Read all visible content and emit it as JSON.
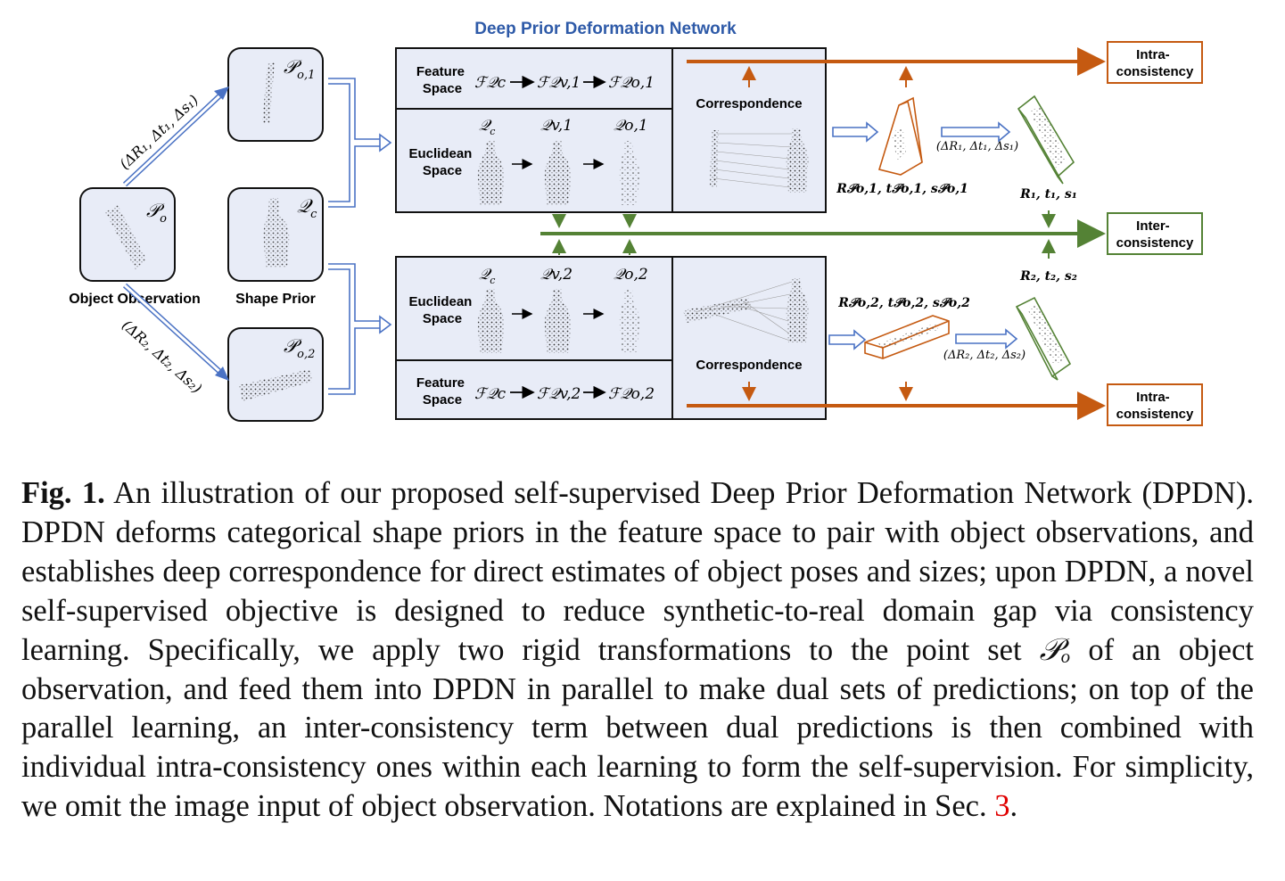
{
  "figure": {
    "title": "Deep Prior Deformation Network",
    "object_observation_label": "Object Observation",
    "shape_prior_label": "Shape Prior",
    "p_o": "𝒫",
    "p_o_sub": "o",
    "p_o1": "𝒫",
    "p_o1_sub": "o,1",
    "p_o2": "𝒫",
    "p_o2_sub": "o,2",
    "q_c": "𝒬",
    "q_c_sub": "c",
    "transform1": "(ΔR₁, Δt₁, Δs₁)",
    "transform2": "(ΔR₂, Δt₂, Δs₂)",
    "feature_space_label_1": "Feature",
    "feature_space_label_2": "Space",
    "euclidean_space_label_1": "Euclidean",
    "euclidean_space_label_2": "Space",
    "correspondence_label": "Correspondence",
    "fq_c": "ℱ𝒬c",
    "fq_v1": "ℱ𝒬v,1",
    "fq_o1": "ℱ𝒬o,1",
    "fq_v2": "ℱ𝒬v,2",
    "fq_o2": "ℱ𝒬o,2",
    "q_v1": "𝒬v,1",
    "q_o1": "𝒬o,1",
    "q_v2": "𝒬v,2",
    "q_o2": "𝒬o,2",
    "pose1_pred": "R𝒫o,1, t𝒫o,1, s𝒫o,1",
    "pose2_pred": "R𝒫o,2, t𝒫o,2, s𝒫o,2",
    "pose1_gt": "R₁, t₁, s₁",
    "pose2_gt": "R₂, t₂, s₂",
    "intra_label_1": "Intra-",
    "intra_label_2": "consistency",
    "inter_label_1": "Inter-",
    "inter_label_2": "consistency",
    "colors": {
      "title_blue": "#2e5aa8",
      "panel_fill": "#e8ecf7",
      "arrow_blue": "#4a72c4",
      "intra_orange": "#c55a11",
      "inter_green": "#548235"
    }
  },
  "caption": {
    "label": "Fig. 1.",
    "text_1": " An illustration of our proposed self-supervised Deep Prior Deformation Network (DPDN). DPDN deforms categorical shape priors in the feature space to pair with object observations, and establishes deep correspondence for direct estimates of object poses and sizes; upon DPDN, a novel self-supervised objective is designed to reduce synthetic-to-real domain gap via consistency learning. Specifically, we apply two rigid transformations to the point set ",
    "math_po": "𝒫ₒ",
    "text_2": " of an object observation, and feed them into DPDN in parallel to make dual sets of predictions; on top of the parallel learning, an inter-consistency term between dual predictions is then combined with individual intra-consistency ones within each learning to form the self-supervision. For simplicity, we omit the image input of object observation. Notations are explained in Sec. ",
    "sec_ref": "3",
    "text_3": "."
  }
}
